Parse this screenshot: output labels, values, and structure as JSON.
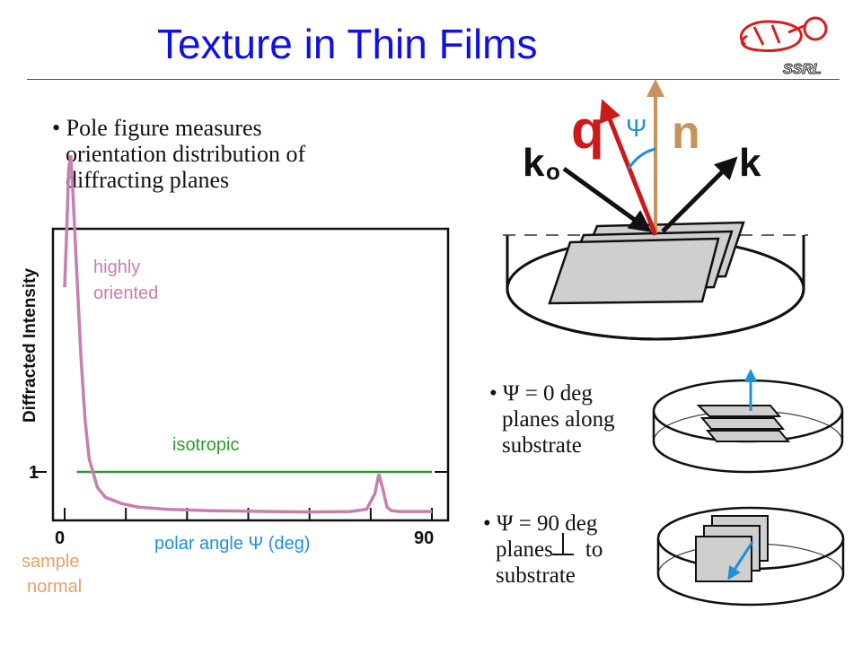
{
  "title": "Texture in Thin Films",
  "logo": {
    "text": "SSRL"
  },
  "bullet_main": {
    "lines": [
      "• Pole figure measures",
      "orientation distribution of",
      "diffracting planes"
    ]
  },
  "geometry_diagram": {
    "q": "q",
    "n": "n",
    "psi": "Ψ",
    "k0_main": "k",
    "k0_sub": "o",
    "k": "k"
  },
  "bullet_psi0": {
    "lines": [
      "• Ψ = 0 deg",
      "planes along",
      "substrate"
    ]
  },
  "bullet_psi90": {
    "line1": "• Ψ = 90 deg",
    "line2a": "planes",
    "line2b": "to",
    "line3": "substrate"
  },
  "chart_data": {
    "type": "line",
    "ylabel": "Diffracted Intensity",
    "xlabel": "polar angle Ψ (deg)",
    "x_tick_labels": [
      "0",
      "90"
    ],
    "y_tick_labels": [
      "1"
    ],
    "xlim": [
      0,
      90
    ],
    "x_extra_label_lines": [
      "sample",
      "normal"
    ],
    "series": [
      {
        "name": "highly oriented",
        "color": "#c77fb0",
        "x": [
          0,
          0.5,
          1,
          1.5,
          2,
          3,
          4,
          5,
          6,
          8,
          10,
          14,
          18,
          25,
          35,
          50,
          60,
          70,
          74,
          76,
          77,
          78,
          79,
          80,
          82,
          85,
          90
        ],
        "y": [
          5.2,
          6.5,
          7.9,
          8.2,
          7.4,
          5.5,
          3.6,
          2.2,
          1.3,
          0.65,
          0.42,
          0.28,
          0.2,
          0.15,
          0.12,
          0.1,
          0.09,
          0.1,
          0.15,
          0.5,
          0.95,
          0.6,
          0.2,
          0.12,
          0.1,
          0.1,
          0.1
        ]
      },
      {
        "name": "isotropic",
        "color": "#2e9a2e",
        "x": [
          3,
          90
        ],
        "y": [
          1,
          1
        ]
      }
    ]
  },
  "colors": {
    "title": "#1010e0",
    "q_arrow": "#cc1a1a",
    "n_arrow": "#c8925a",
    "psi": "#1e90d8",
    "orange_label": "#e8a060",
    "axis_label_blue": "#1e90d8"
  }
}
